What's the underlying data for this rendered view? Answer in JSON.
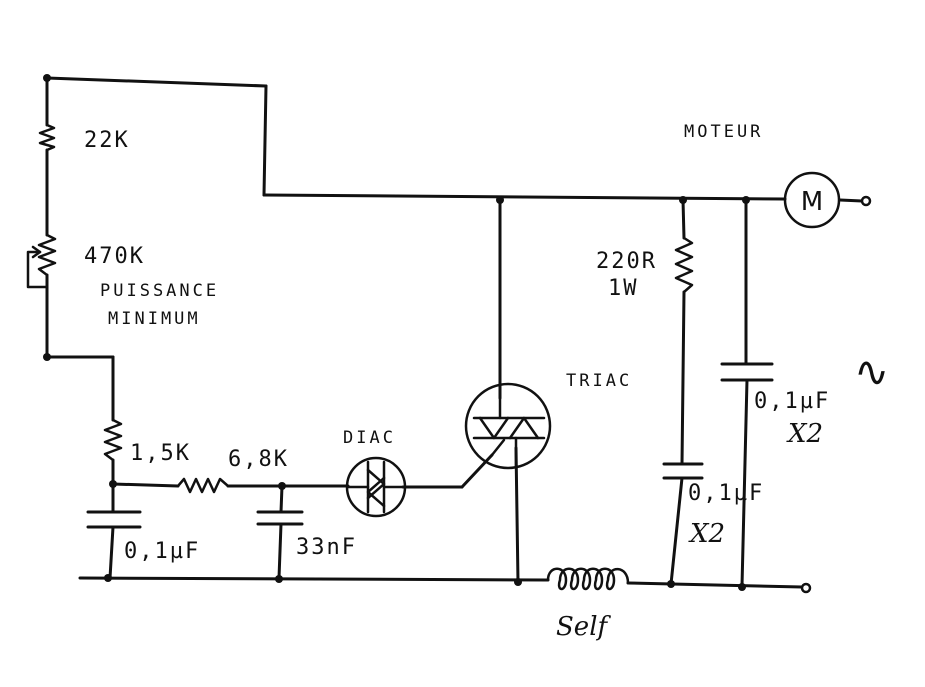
{
  "components": {
    "r1": {
      "value": "22K"
    },
    "pot": {
      "value": "470K",
      "note_line1": "PUISSANCE",
      "note_line2": "MINIMUM"
    },
    "r2": {
      "value": "1,5K"
    },
    "r3": {
      "value": "6,8K"
    },
    "c1": {
      "value": "0,1µF"
    },
    "c2": {
      "value": "33nF"
    },
    "diac": {
      "label": "DIAC"
    },
    "triac": {
      "label": "TRIAC"
    },
    "r4": {
      "value": "220R",
      "rating": "1W"
    },
    "c3": {
      "value": "0,1µF",
      "class": "X2"
    },
    "c4": {
      "value": "0,1µF",
      "class": "X2"
    },
    "motor": {
      "label": "MOTEUR",
      "symbol": "M"
    },
    "inductor": {
      "label": "Self"
    },
    "mains": {
      "symbol": "∿"
    }
  }
}
